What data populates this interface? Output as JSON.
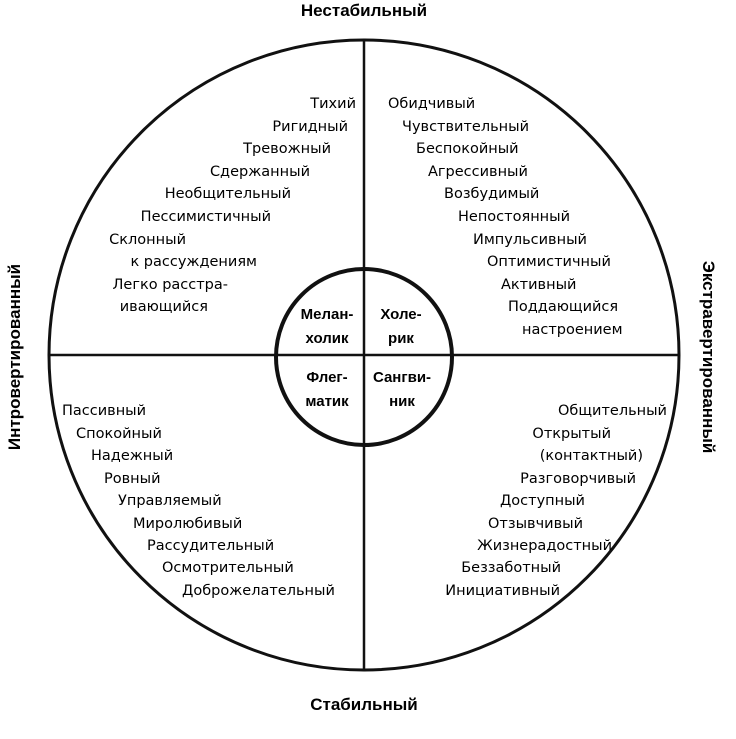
{
  "axes": {
    "top": "Нестабильный",
    "bottom": "Стабильный",
    "left": "Интровертированный",
    "right": "Экстравертированный"
  },
  "temperaments": {
    "melancholic": [
      "Мелан-",
      "холик"
    ],
    "choleric": [
      "Холе-",
      "рик"
    ],
    "phlegmatic": [
      "Флег-",
      "матик"
    ],
    "sanguine": [
      "Сангви-",
      "ник"
    ]
  },
  "quadrants": {
    "top_left": [
      "Тихий",
      "Ригидный",
      "Тревожный",
      "Сдержанный",
      "Необщительный",
      "Пессимистичный",
      "Склонный",
      "к рассуждениям",
      "Легко расстра-",
      "ивающийся"
    ],
    "top_right": [
      "Обидчивый",
      "Чувствительный",
      "Беспокойный",
      "Агрессивный",
      "Возбудимый",
      "Непостоянный",
      "Импульсивный",
      "Оптимистичный",
      "Активный",
      "Поддающийся",
      "настроением"
    ],
    "bottom_left": [
      "Пассивный",
      "Спокойный",
      "Надежный",
      "Ровный",
      "Управляемый",
      "Миролюбивый",
      "Рассудительный",
      "Осмотрительный",
      "Доброжелательный"
    ],
    "bottom_right": [
      "Общительный",
      "Открытый",
      "(контактный)",
      "Разговорчивый",
      "Доступный",
      "Отзывчивый",
      "Жизнерадостный",
      "Беззаботный",
      "Инициативный"
    ]
  }
}
